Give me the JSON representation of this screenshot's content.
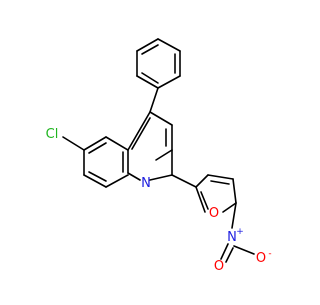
{
  "molecule": {
    "atom_labels": {
      "chlorine": "Cl",
      "nitrogen_ring": "N",
      "oxygen_furan": "O",
      "nitrogen_nitro": "N",
      "nitro_plus": "+",
      "oxygen_nitro_top": "O",
      "oxygen_nitro_right": "O",
      "nitro_minus": "-"
    },
    "colors": {
      "bond": "#000000",
      "chlorine": "#1fb51f",
      "nitrogen": "#2020e0",
      "oxygen": "#ff0000",
      "background": "#ffffff"
    }
  }
}
